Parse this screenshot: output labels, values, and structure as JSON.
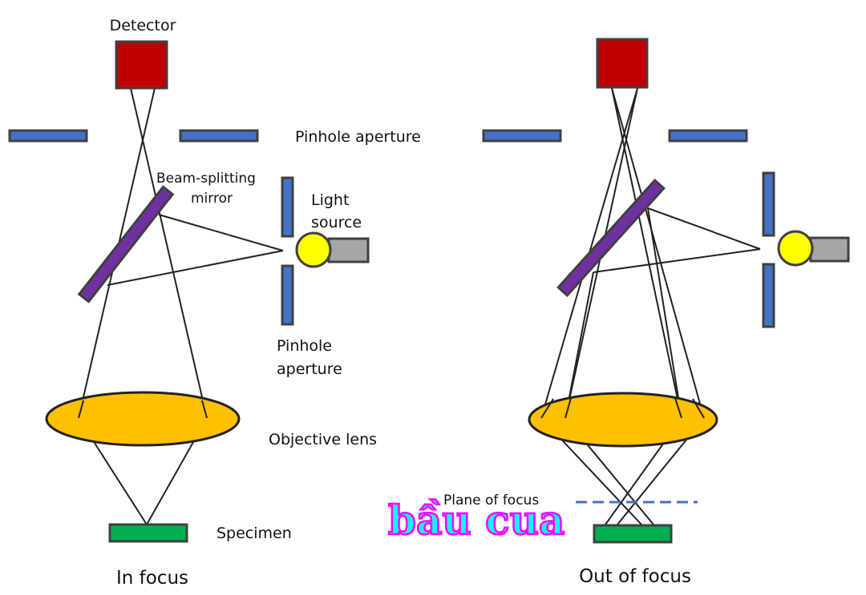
{
  "labels": {
    "detector": "Detector",
    "pinhole_top": "Pinhole aperture",
    "beam_line1": "Beam-splitting",
    "beam_line2": "mirror",
    "light_line1": "Light",
    "light_line2": "source",
    "pinhole_lower_line1": "Pinhole",
    "pinhole_lower_line2": "aperture",
    "objective": "Objective lens",
    "specimen": "Specimen",
    "plane_of_focus": "Plane of focus",
    "in_focus": "In focus",
    "out_of_focus": "Out of focus",
    "watermark": "bầu cua"
  },
  "colors": {
    "detector": "#c00000",
    "aperture": "#4472c4",
    "mirror": "#7030a0",
    "lens": "#ffc000",
    "light_bulb": "#ffff00",
    "light_housing": "#a6a6a6",
    "specimen": "#00b050",
    "outline": "#404040",
    "plane_line": "#4472c4",
    "watermark_fill": "#00ffff",
    "watermark_stroke": "#ff00ff"
  }
}
